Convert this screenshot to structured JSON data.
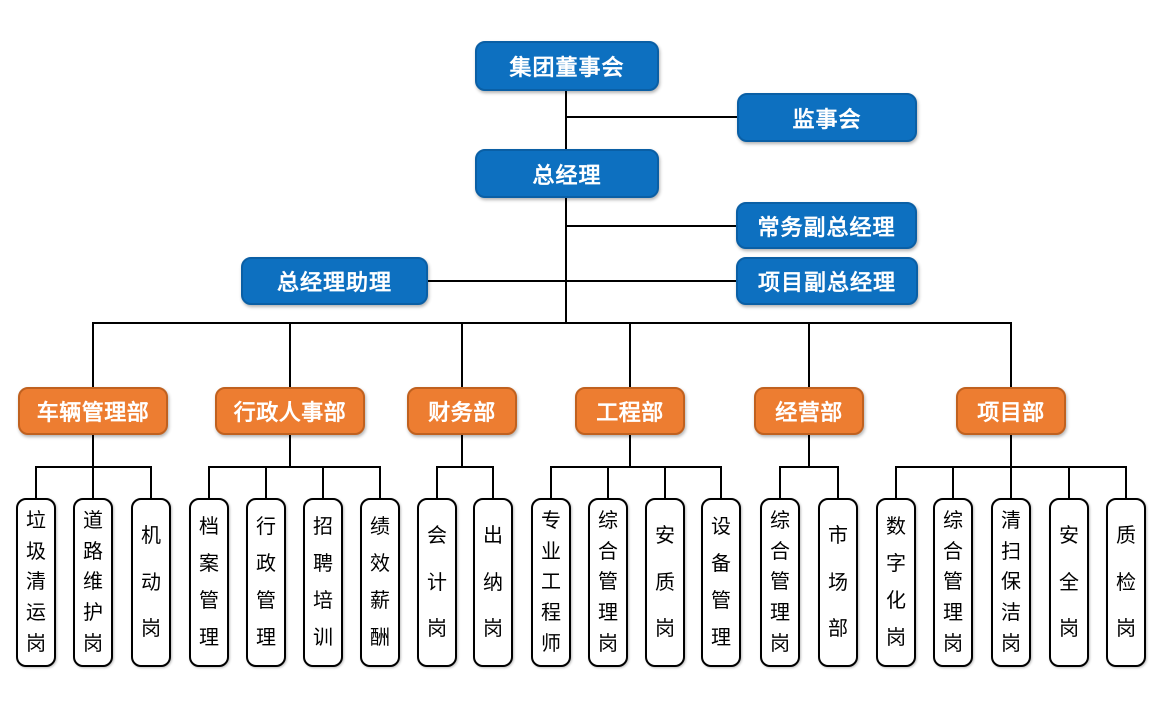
{
  "executives": {
    "board": "集团董事会",
    "supervisory_board": "监事会",
    "general_manager": "总经理",
    "executive_deputy_general_manager": "常务副总经理",
    "general_manager_assistant": "总经理助理",
    "project_deputy_general_manager": "项目副总经理"
  },
  "departments": [
    {
      "label": "车辆管理部",
      "positions": [
        "垃圾清运岗",
        "道路维护岗",
        "机动岗"
      ]
    },
    {
      "label": "行政人事部",
      "positions": [
        "档案管理",
        "行政管理",
        "招聘培训",
        "绩效薪酬"
      ]
    },
    {
      "label": "财务部",
      "positions": [
        "会计岗",
        "出纳岗"
      ]
    },
    {
      "label": "工程部",
      "positions": [
        "专业工程师",
        "综合管理岗",
        "安质岗",
        "设备管理"
      ]
    },
    {
      "label": "经营部",
      "positions": [
        "综合管理岗",
        "市场部"
      ]
    },
    {
      "label": "项目部",
      "positions": [
        "数字化岗",
        "综合管理岗",
        "清扫保洁岗",
        "安全岗",
        "质检岗"
      ]
    }
  ],
  "colors": {
    "executive_box": "#0d70c0",
    "executive_box_border": "#0a5fa5",
    "department_box": "#ed7d31",
    "department_box_border": "#c0611f",
    "position_box_bg": "#ffffff",
    "position_box_border": "#000000",
    "connector": "#000000",
    "box_text": "#ffffff",
    "position_text": "#000000"
  }
}
